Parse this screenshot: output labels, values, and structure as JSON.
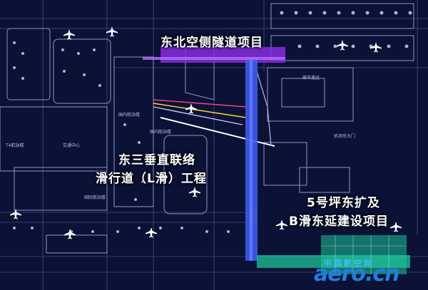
{
  "projects": {
    "northeast_tunnel": "东北空侧隧道项目",
    "east_taxiway_line1": "东三垂直联络",
    "east_taxiway_line2": "滑行道（L滑）工程",
    "apron5_line1": "5号坪东扩及",
    "apron5_line2": "B滑东延建设项目"
  },
  "map_labels": {
    "t4": "T4航站楼",
    "transport_center": "交通中心",
    "domestic_terminal_1": "国内航站楼",
    "domestic_terminal_2": "国内航站楼",
    "international_terminal": "国际航站楼",
    "sf_express": "顺丰速运",
    "airport_east_gate": "机场东大门"
  },
  "watermark": {
    "cn": "中国航空网",
    "en": "aero.cn"
  },
  "colors": {
    "background": "#0b1236",
    "grid_line": "#6a78b8",
    "tunnel_purple": "#8a2be2",
    "taxiway_blue": "#3f5cf0",
    "apron_green": "#1fc39a"
  }
}
